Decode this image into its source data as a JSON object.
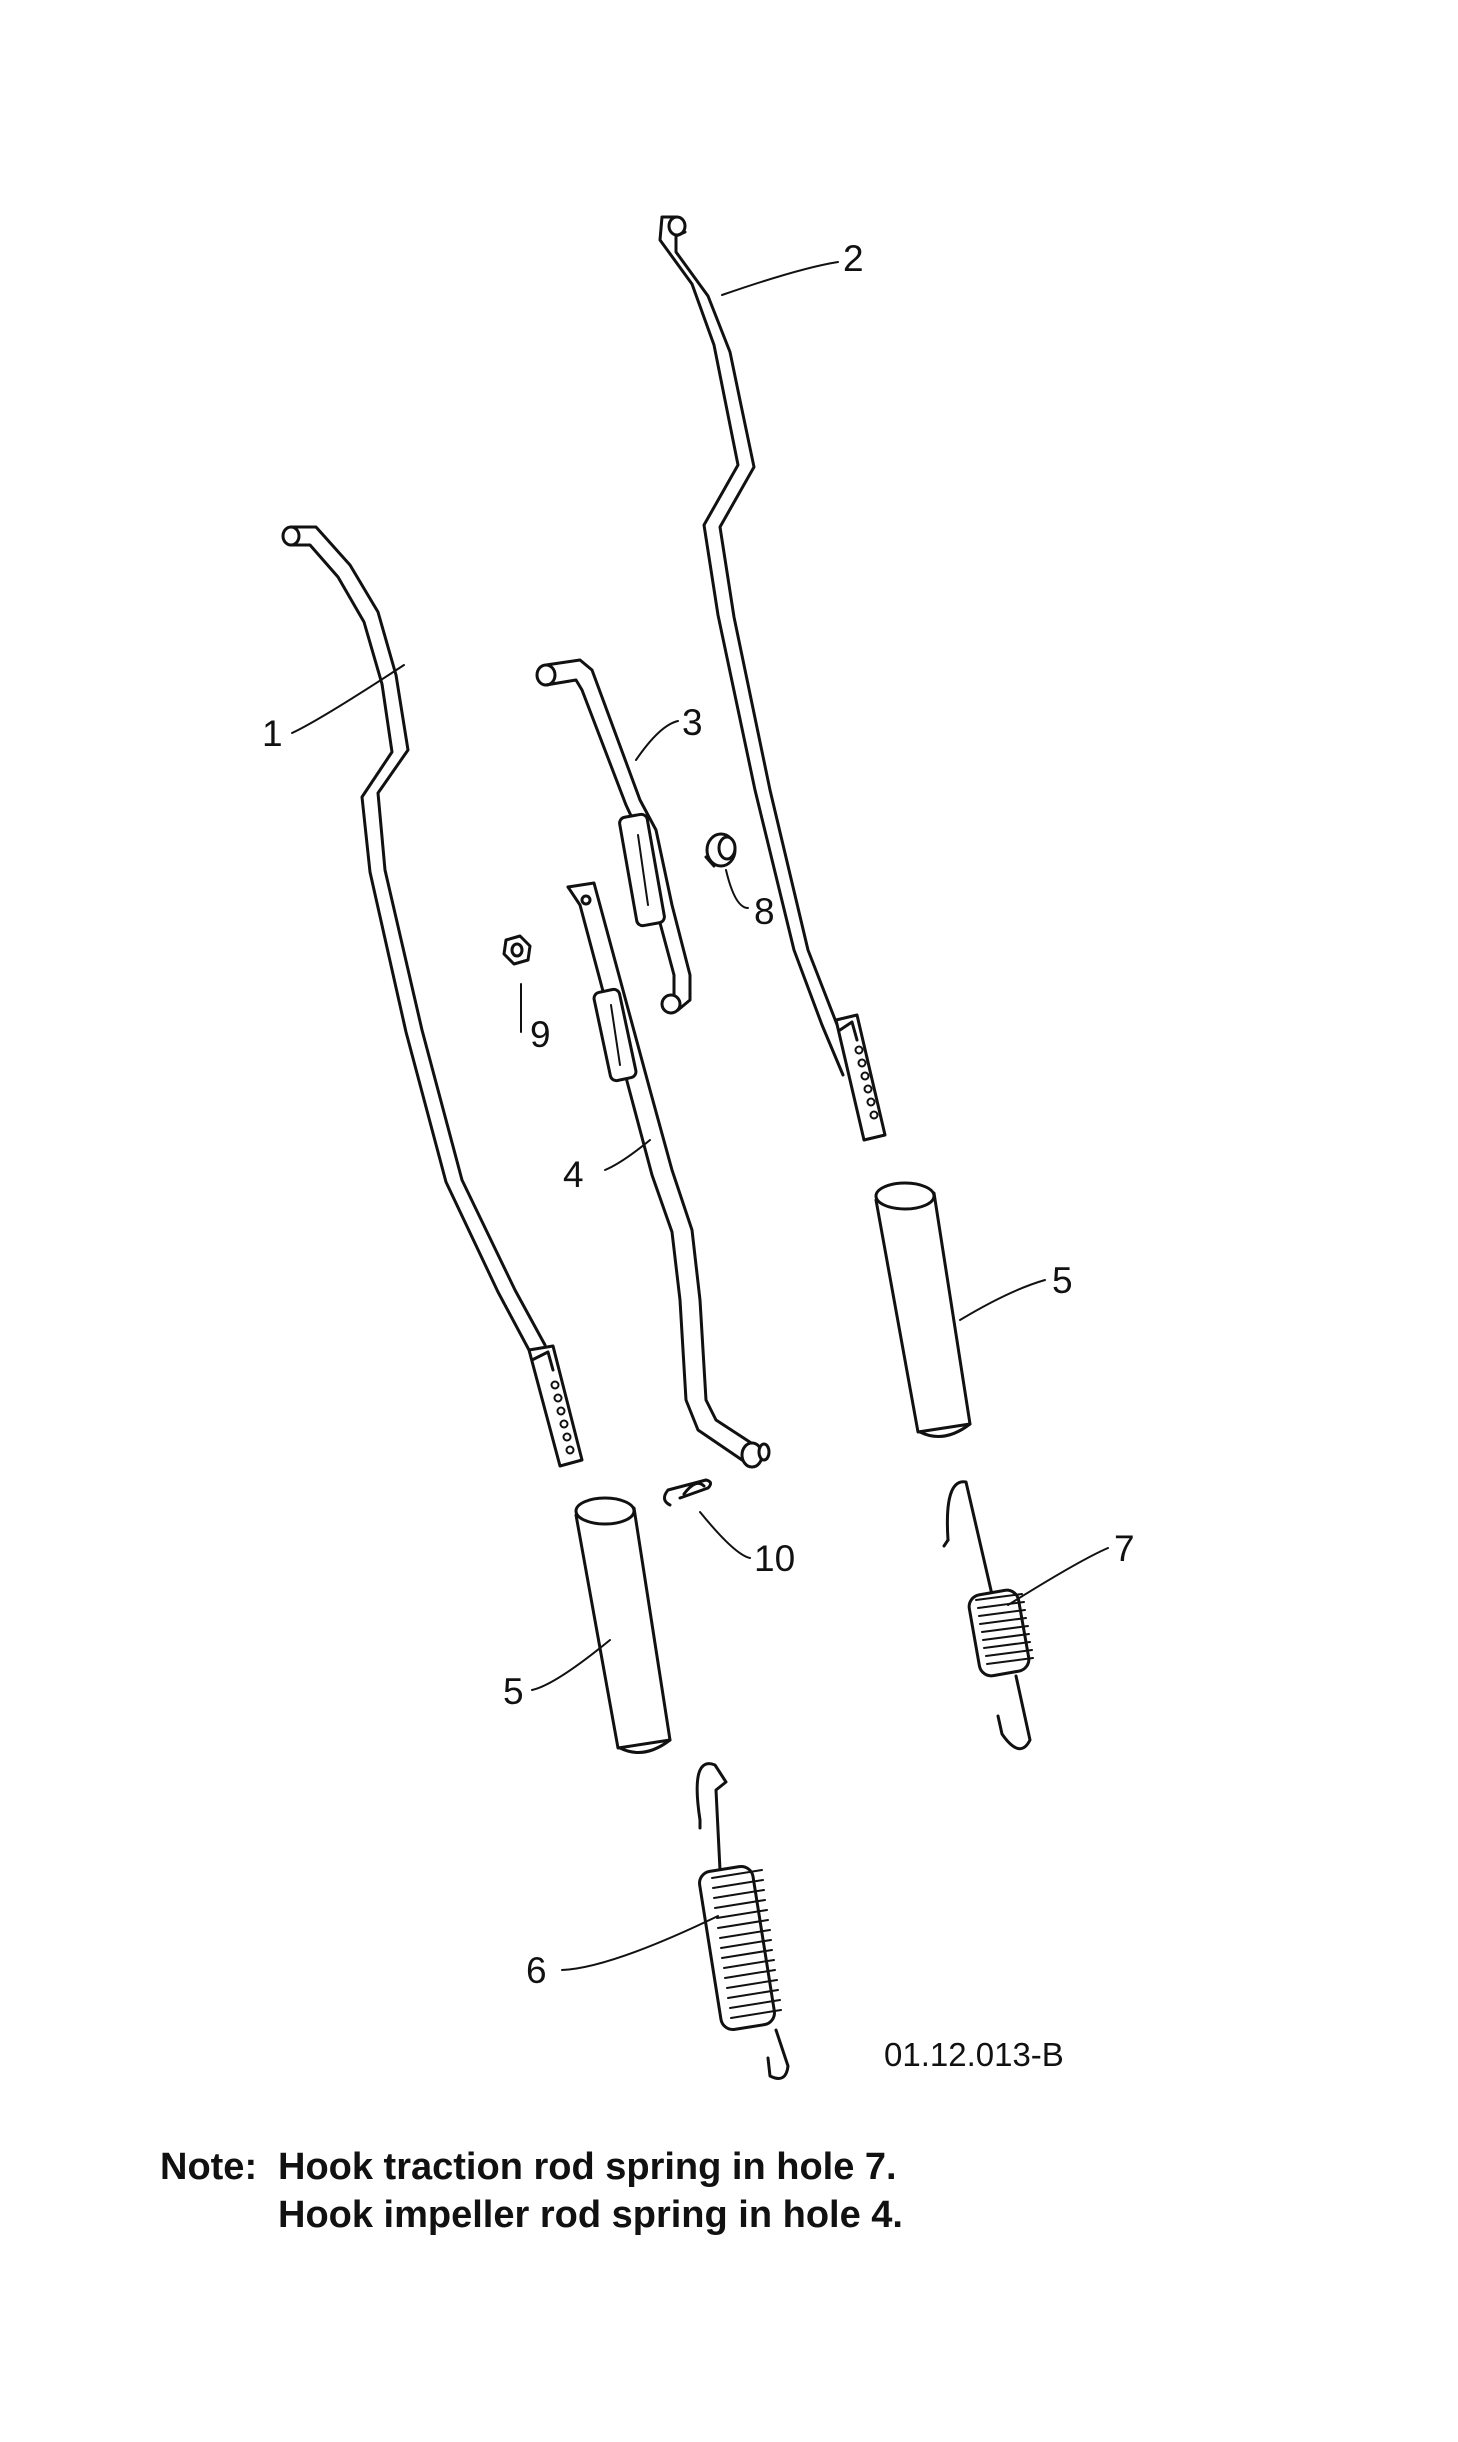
{
  "parts": [
    {
      "id": "1",
      "label": "1",
      "name": "traction-rod"
    },
    {
      "id": "2",
      "label": "2",
      "name": "impeller-rod"
    },
    {
      "id": "3",
      "label": "3",
      "name": "upper-link-rod"
    },
    {
      "id": "4",
      "label": "4",
      "name": "lower-link-rod"
    },
    {
      "id": "5a",
      "label": "5",
      "name": "grip-sleeve-right"
    },
    {
      "id": "5b",
      "label": "5",
      "name": "grip-sleeve-left"
    },
    {
      "id": "6",
      "label": "6",
      "name": "traction-spring"
    },
    {
      "id": "7",
      "label": "7",
      "name": "impeller-spring"
    },
    {
      "id": "8",
      "label": "8",
      "name": "shoulder-bolt"
    },
    {
      "id": "9",
      "label": "9",
      "name": "lock-nut"
    },
    {
      "id": "10",
      "label": "10",
      "name": "hairpin-clip"
    }
  ],
  "drawing_code": "01.12.013-B",
  "note": {
    "label": "Note:",
    "line1": "Hook traction rod spring in hole 7.",
    "line2": "Hook impeller rod spring in hole 4."
  },
  "colors": {
    "line": "#111111",
    "background": "#ffffff"
  }
}
